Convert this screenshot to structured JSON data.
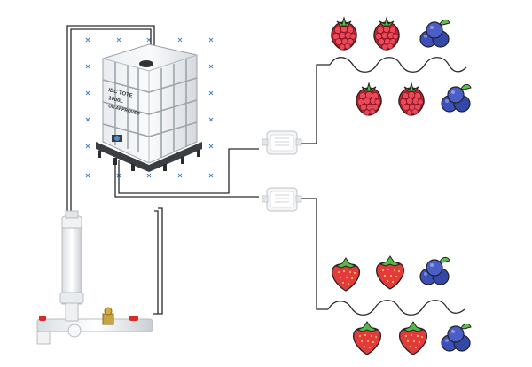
{
  "tank": {
    "label_line1": "IBC TOTE",
    "label_line2": "1000L",
    "label_line3": "UN APPROVED"
  },
  "colors": {
    "pipe": "#2a2a2a",
    "marker": "#3b7fc4",
    "raspberry": "#c8202f",
    "strawberry": "#e33b3b",
    "blueberry": "#3d4fb8",
    "leaf": "#4caf50"
  },
  "icons": [
    "ibc-tote-icon",
    "water-filter-icon",
    "drip-emitter-icon",
    "raspberry-icon",
    "strawberry-icon",
    "blueberry-icon"
  ]
}
